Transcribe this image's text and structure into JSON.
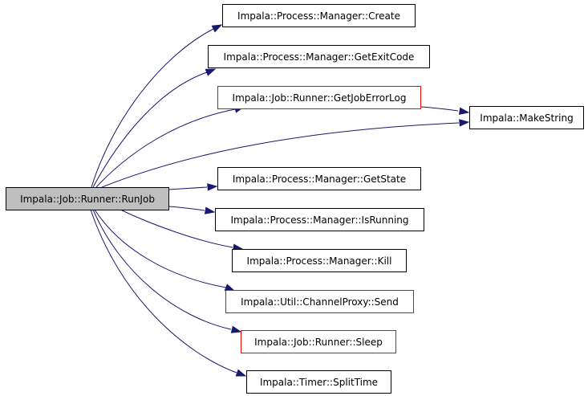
{
  "colors": {
    "edge": "#191970",
    "root_fill": "#bfbfbf",
    "node_fill": "#ffffff",
    "border_normal": "#000000",
    "border_highlight": "#ff0000"
  },
  "nodes": [
    {
      "id": "runjob",
      "label": "Impala::Job::Runner::RunJob",
      "kind": "root"
    },
    {
      "id": "create",
      "label": "Impala::Process::Manager::Create",
      "kind": "normal"
    },
    {
      "id": "getexitcode",
      "label": "Impala::Process::Manager::GetExitCode",
      "kind": "normal"
    },
    {
      "id": "getjoberrorlog",
      "label": "Impala::Job::Runner::GetJobErrorLog",
      "kind": "highlight"
    },
    {
      "id": "makestring",
      "label": "Impala::MakeString",
      "kind": "normal"
    },
    {
      "id": "getstate",
      "label": "Impala::Process::Manager::GetState",
      "kind": "normal"
    },
    {
      "id": "isrunning",
      "label": "Impala::Process::Manager::IsRunning",
      "kind": "normal"
    },
    {
      "id": "kill",
      "label": "Impala::Process::Manager::Kill",
      "kind": "normal"
    },
    {
      "id": "send",
      "label": "Impala::Util::ChannelProxy::Send",
      "kind": "highlight"
    },
    {
      "id": "sleep",
      "label": "Impala::Job::Runner::Sleep",
      "kind": "highlight"
    },
    {
      "id": "splittime",
      "label": "Impala::Timer::SplitTime",
      "kind": "normal"
    }
  ],
  "edges": [
    {
      "from": "runjob",
      "to": "create"
    },
    {
      "from": "runjob",
      "to": "getexitcode"
    },
    {
      "from": "runjob",
      "to": "getjoberrorlog"
    },
    {
      "from": "runjob",
      "to": "makestring"
    },
    {
      "from": "runjob",
      "to": "getstate"
    },
    {
      "from": "runjob",
      "to": "isrunning"
    },
    {
      "from": "runjob",
      "to": "kill"
    },
    {
      "from": "runjob",
      "to": "send"
    },
    {
      "from": "runjob",
      "to": "sleep"
    },
    {
      "from": "runjob",
      "to": "splittime"
    },
    {
      "from": "getjoberrorlog",
      "to": "makestring"
    }
  ]
}
